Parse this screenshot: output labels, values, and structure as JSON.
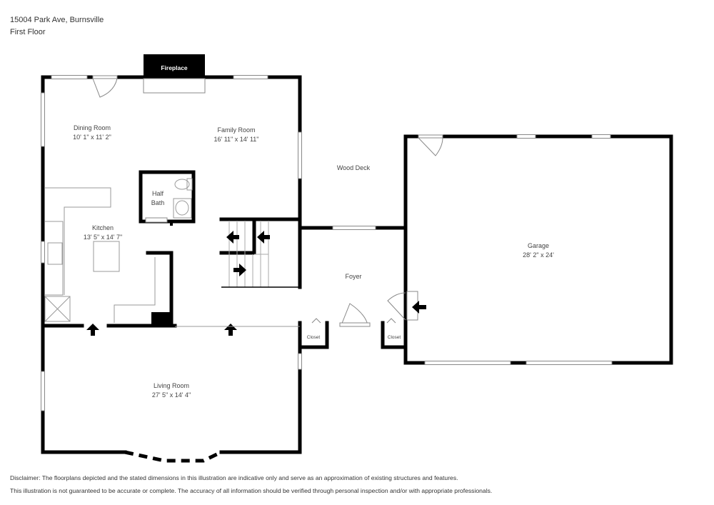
{
  "header": {
    "address": "15004 Park Ave, Burnsville",
    "floor": "First Floor"
  },
  "rooms": {
    "dining": {
      "name": "Dining Room",
      "dims": "10' 1\" x 11' 2\""
    },
    "family": {
      "name": "Family Room",
      "dims": "16' 11\" x 14' 11\""
    },
    "kitchen": {
      "name": "Kitchen",
      "dims": "13' 5\" x 14' 7\""
    },
    "half_bath": {
      "name_line1": "Half",
      "name_line2": "Bath"
    },
    "wood_deck": {
      "name": "Wood Deck"
    },
    "foyer": {
      "name": "Foyer"
    },
    "garage": {
      "name": "Garage",
      "dims": "28' 2\" x 24'"
    },
    "living": {
      "name": "Living Room",
      "dims": "27' 5\" x 14' 4\""
    },
    "closet_left": {
      "name": "Closet"
    },
    "closet_right": {
      "name": "Closet"
    }
  },
  "features": {
    "fireplace": "Fireplace"
  },
  "disclaimer": {
    "line1": "Disclaimer: The floorplans depicted and the stated dimensions in this illustration are indicative only and serve as an approximation of existing structures and features.",
    "line2": "This illustration is not guaranteed to be accurate or complete. The accuracy of all information should be verified through personal inspection and/or with appropriate professionals."
  },
  "colors": {
    "wall": "#000000",
    "background": "#ffffff",
    "fixture_line": "#888888",
    "text": "#444444"
  }
}
